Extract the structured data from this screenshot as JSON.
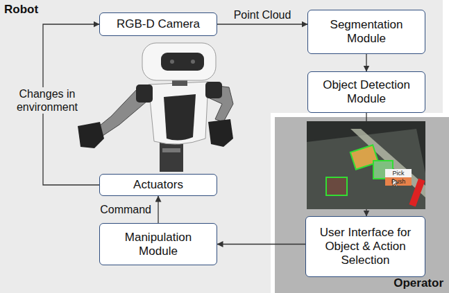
{
  "diagram": {
    "nodes": [
      {
        "text": [
          "Robot"
        ]
      },
      {
        "text": [
          "RGB-D Camera"
        ],
        "in": 0
      },
      {
        "text": [
          "Segmentation Module"
        ],
        "in": 0
      },
      {
        "text": [
          "Object Detection Module"
        ],
        "in": 0
      },
      {
        "text": [
          "Operator"
        ]
      },
      {
        "text": [
          "User Interface for Object & Action Selection"
        ],
        "in": 4
      },
      {
        "text": [
          "Actuators"
        ],
        "in": 0
      },
      {
        "text": [
          "Manipulation Module"
        ],
        "in": 0
      }
    ],
    "edges": [
      {
        "from": 1,
        "to": 2,
        "label": "Point Cloud",
        "arrow": "to"
      },
      {
        "from": 2,
        "to": 3,
        "arrow": "to"
      },
      {
        "from": 3,
        "to": 5,
        "arrow": "to"
      },
      {
        "from": 5,
        "to": 7,
        "arrow": "to"
      },
      {
        "from": 7,
        "to": 6,
        "label": "Command",
        "arrow": "to"
      },
      {
        "from": 6,
        "to": 1,
        "label": "Changes in environment",
        "arrow": "to"
      }
    ],
    "labels": [
      "Pick",
      "Push"
    ]
  }
}
